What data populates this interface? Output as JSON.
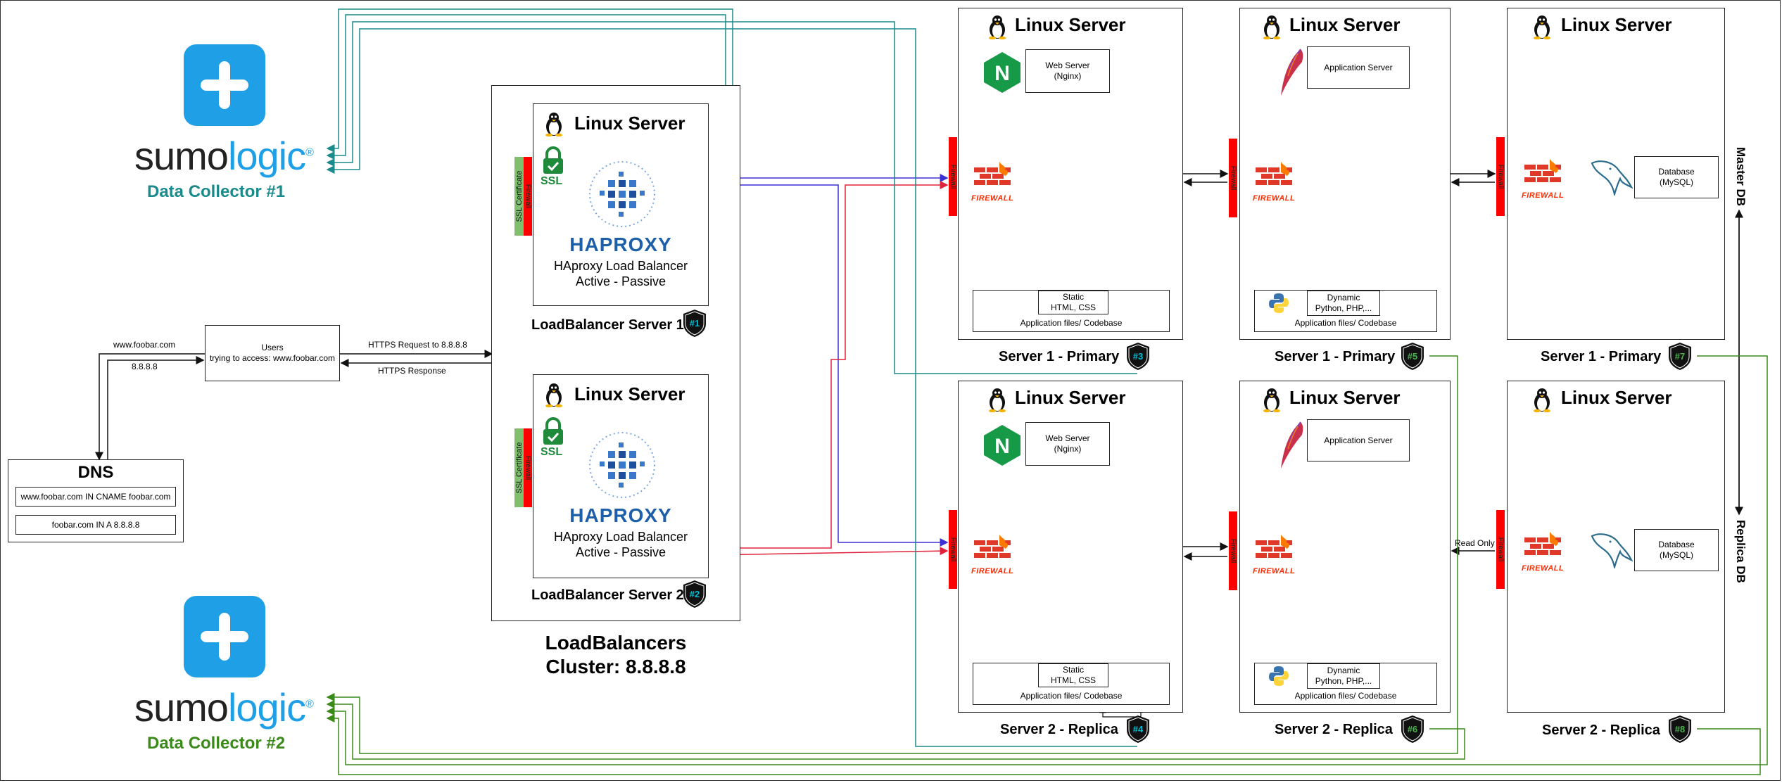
{
  "server_title": "Linux Server",
  "sumologic": {
    "brand_left": "sumo",
    "brand_right": "logic",
    "registered": "®",
    "collector1": "Data Collector #1",
    "collector2": "Data Collector #2",
    "color_brand": "#1e9fe6"
  },
  "dns": {
    "title": "DNS",
    "record1": "www.foobar.com IN CNAME foobar.com",
    "record2": "foobar.com IN A 8.8.8.8"
  },
  "users": {
    "line1": "Users",
    "line2": "trying to access: www.foobar.com"
  },
  "edges": {
    "www": "www.foobar.com",
    "ip": "8.8.8.8",
    "https_request": "HTTPS Request to 8.8.8.8",
    "https_response": "HTTPS Response",
    "read_only": "Read Only"
  },
  "loadbalancers": {
    "cluster_line1": "LoadBalancers",
    "cluster_line2": "Cluster: 8.8.8.8",
    "ssl_cert": "SSL Certificate",
    "ssl_badge": "SSL",
    "firewall": "Firewall",
    "haproxy_logo": "HAPROXY",
    "ha_line1": "HAproxy Load Balancer",
    "ha_line2": "Active - Passive",
    "lb1": "LoadBalancer Server 1",
    "lb2": "LoadBalancer Server 2",
    "badge1": "#1",
    "badge2": "#2"
  },
  "web": {
    "web_server_l1": "Web Server",
    "web_server_l2": "(Nginx)",
    "static_l1": "Static",
    "static_l2": "HTML, CSS",
    "codebase": "Application files/ Codebase",
    "caption_primary": "Server 1 - Primary",
    "caption_replica": "Server 2 - Replica",
    "badge_primary": "#3",
    "badge_replica": "#4"
  },
  "app": {
    "app_server": "Application Server",
    "dynamic_l1": "Dynamic",
    "dynamic_l2": "Python, PHP,...",
    "codebase": "Application files/ Codebase",
    "caption_primary": "Server 1 - Primary",
    "caption_replica": "Server 2 - Replica",
    "badge_primary": "#5",
    "badge_replica": "#6"
  },
  "db": {
    "db_l1": "Database",
    "db_l2": "(MySQL)",
    "caption_primary": "Server 1 - Primary",
    "caption_replica": "Server 2 - Replica",
    "badge_primary": "#7",
    "badge_replica": "#8",
    "master": "Master DB",
    "replica": "Replica DB"
  },
  "firewall_icon_text": "FIREWALL",
  "nginx_letter": "N",
  "colors": {
    "collector1": "#1a8a8a",
    "collector2": "#3a8a1a",
    "firewall": "#ff0000",
    "ssl": "#7fbf6e",
    "haproxy": "#1d5fa8",
    "badge_teal": "#00bcd4",
    "badge_green": "#4caf50"
  }
}
